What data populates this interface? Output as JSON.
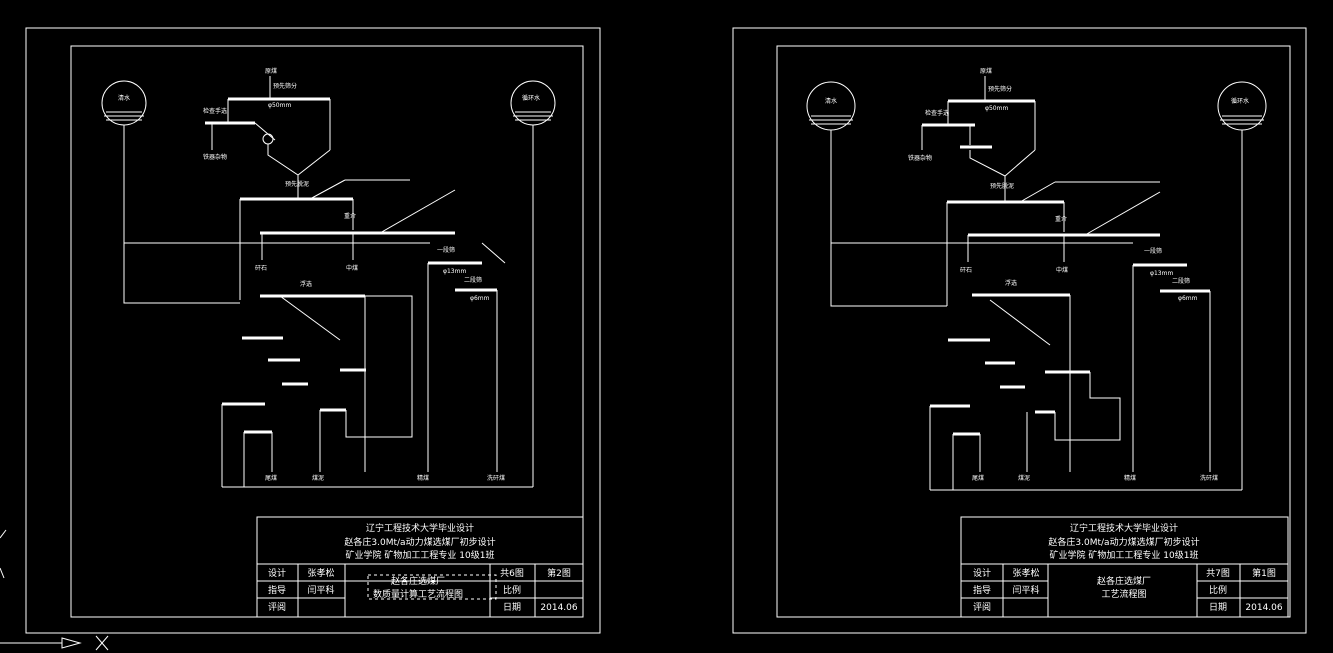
{
  "sheets": [
    {
      "title_block": {
        "line1": "辽宁工程技术大学毕业设计",
        "line2": "赵各庄3.0Mt/a动力煤选煤厂初步设计",
        "line3": "矿业学院 矿物加工工程专业 10级1班",
        "design_label": "设计",
        "design_value": "张孝松",
        "guide_label": "指导",
        "guide_value": "闫平科",
        "review_label": "评阅",
        "drawing_name_1": "赵各庄选煤厂",
        "drawing_name_2": "数质量计算工艺流程图",
        "total_label": "共6图",
        "sheet_label": "第2图",
        "scale_label": "比例",
        "date_label": "日期",
        "date_value": "2014.06"
      },
      "labels": {
        "raw_coal": "原煤",
        "screen": "预先筛分",
        "size_50": "φ50mm",
        "hand": "检查手选",
        "iron": "铁器杂物",
        "wash": "清水",
        "circ": "循环水",
        "desliming": "预先脱泥",
        "dense": "重介",
        "middle": "中煤",
        "gangue": "矸石",
        "size_13": "φ13mm",
        "size_6": "φ6mm",
        "primary": "一段筛",
        "secondary": "二段筛",
        "float": "浮选",
        "clean": "精煤",
        "tail": "尾煤",
        "slime": "煤泥",
        "pit": "洗矸煤"
      }
    },
    {
      "title_block": {
        "line1": "辽宁工程技术大学毕业设计",
        "line2": "赵各庄3.0Mt/a动力煤选煤厂初步设计",
        "line3": "矿业学院 矿物加工工程专业 10级1班",
        "design_label": "设计",
        "design_value": "张孝松",
        "guide_label": "指导",
        "guide_value": "闫平科",
        "review_label": "评阅",
        "drawing_name_1": "赵各庄选煤厂",
        "drawing_name_2": "工艺流程图",
        "total_label": "共7图",
        "sheet_label": "第1图",
        "scale_label": "比例",
        "date_label": "日期",
        "date_value": "2014.06"
      },
      "labels": {
        "raw_coal": "原煤",
        "screen": "预先筛分",
        "size_50": "φ50mm",
        "hand": "检查手选",
        "iron": "铁器杂物",
        "wash": "清水",
        "circ": "循环水",
        "desliming": "预先脱泥",
        "dense": "重介",
        "middle": "中煤",
        "gangue": "矸石",
        "size_13": "φ13mm",
        "size_6": "φ6mm",
        "primary": "一段筛",
        "secondary": "二段筛",
        "float": "浮选",
        "clean": "精煤",
        "tail": "尾煤",
        "slime": "煤泥",
        "pit": "洗矸煤"
      }
    }
  ]
}
